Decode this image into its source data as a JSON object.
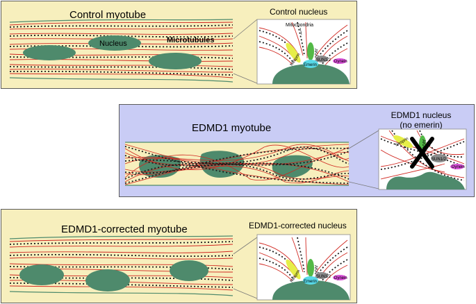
{
  "colors": {
    "panel_normal": "#f7efbd",
    "panel_disease": "#c9ccf5",
    "nucleus": "#4e8a6c",
    "microtubule": "#d0261f",
    "mitochondria": "#1a1a1a",
    "nesprin": "#e6ee48",
    "akap9": "#53b947",
    "emerin": "#58d9e8",
    "sun": "#8c8c8c",
    "dynein": "#d84fd8",
    "block_x": "#000000"
  },
  "control": {
    "title": "Control myotube",
    "nucleus_title": "Control nucleus",
    "label_nucleus": "Nucleus",
    "label_microtubules": "Microtubules",
    "label_mitochondria": "Mitochondria",
    "proteins": {
      "nesprin": "Nesprin",
      "akap": "AKAP9",
      "sun": "SUN1/2",
      "emerin": "Emerin",
      "dynein": "Dynein"
    }
  },
  "edmd1": {
    "title": "EDMD1 myotube",
    "nucleus_title_line1": "EDMD1 nucleus",
    "nucleus_title_line2": "(no emerin)",
    "proteins": {
      "nesprin": "Nesprin",
      "akap": "AKAP9",
      "sun": "SUN1/2",
      "dynein": "Dynein"
    }
  },
  "corrected": {
    "title": "EDMD1-corrected myotube",
    "nucleus_title": "EDMD1-corrected nucleus",
    "proteins": {
      "nesprin": "Nesprin",
      "akap": "AKAP9",
      "sun": "SUN1/2",
      "emerin": "Emerin",
      "dynein": "Dynein"
    }
  }
}
